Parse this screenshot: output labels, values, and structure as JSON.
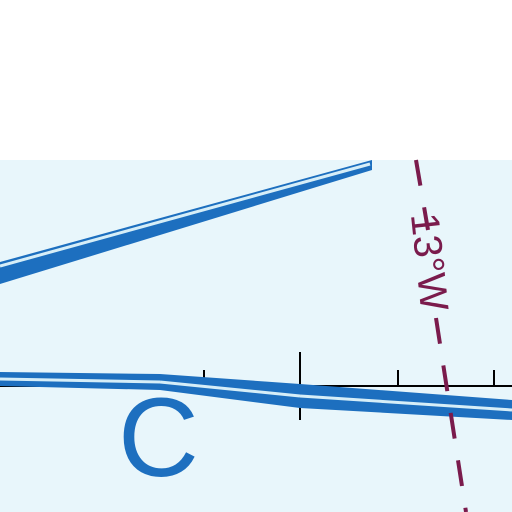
{
  "map": {
    "airspace_class_label": "C",
    "isogonic_variation_label": "13°W",
    "colors": {
      "water": "#e8f6fb",
      "airspace_boundary": "#1d6fbf",
      "isogonic_line": "#7a1b4c",
      "grid_line": "#000000"
    },
    "icons": [
      "airspace-boundary-line",
      "isogonic-line",
      "longitude-tick-scale"
    ]
  }
}
